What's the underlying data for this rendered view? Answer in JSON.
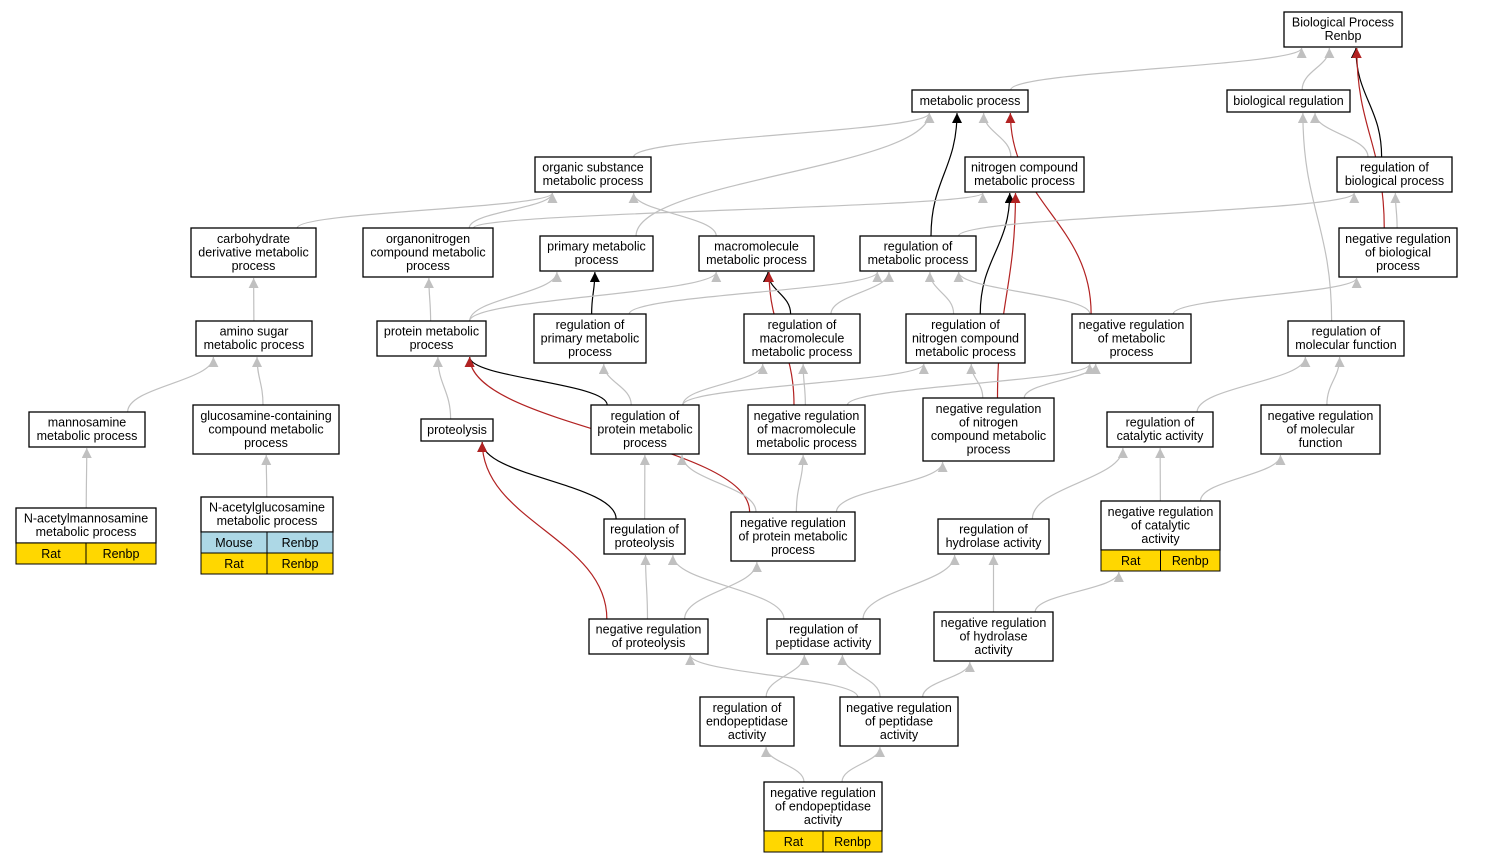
{
  "colors": {
    "is_a": "#c0c0c0",
    "regulates": "#000000",
    "negatively_regulates": "#b22222",
    "node_fill": "#ffffff",
    "mouse_tag": "#add8e6",
    "rat_tag": "#ffd700"
  },
  "nodes": [
    {
      "id": "bp",
      "lines": [
        "Biological Process",
        "Renbp"
      ]
    },
    {
      "id": "metabolic",
      "lines": [
        "metabolic process"
      ]
    },
    {
      "id": "bioreg",
      "lines": [
        "biological regulation"
      ]
    },
    {
      "id": "orgsub",
      "lines": [
        "organic substance",
        "metabolic process"
      ]
    },
    {
      "id": "nitro",
      "lines": [
        "nitrogen compound",
        "metabolic process"
      ]
    },
    {
      "id": "regbio",
      "lines": [
        "regulation of",
        "biological process"
      ]
    },
    {
      "id": "carbo",
      "lines": [
        "carbohydrate",
        "derivative metabolic",
        "process"
      ]
    },
    {
      "id": "organo",
      "lines": [
        "organonitrogen",
        "compound metabolic",
        "process"
      ]
    },
    {
      "id": "primary",
      "lines": [
        "primary metabolic",
        "process"
      ]
    },
    {
      "id": "macro",
      "lines": [
        "macromolecule",
        "metabolic process"
      ]
    },
    {
      "id": "regmet",
      "lines": [
        "regulation of",
        "metabolic process"
      ]
    },
    {
      "id": "negregbio",
      "lines": [
        "negative regulation",
        "of biological",
        "process"
      ]
    },
    {
      "id": "aminosugar",
      "lines": [
        "amino sugar",
        "metabolic process"
      ]
    },
    {
      "id": "protmet",
      "lines": [
        "protein metabolic",
        "process"
      ]
    },
    {
      "id": "regprim",
      "lines": [
        "regulation of",
        "primary metabolic",
        "process"
      ]
    },
    {
      "id": "regmacro",
      "lines": [
        "regulation of",
        "macromolecule",
        "metabolic process"
      ]
    },
    {
      "id": "regnitro",
      "lines": [
        "regulation of",
        "nitrogen compound",
        "metabolic process"
      ]
    },
    {
      "id": "negregmet",
      "lines": [
        "negative regulation",
        "of metabolic",
        "process"
      ]
    },
    {
      "id": "regmol",
      "lines": [
        "regulation of",
        "molecular function"
      ]
    },
    {
      "id": "mannos",
      "lines": [
        "mannosamine",
        "metabolic process"
      ]
    },
    {
      "id": "glucos",
      "lines": [
        "glucosamine-containing",
        "compound metabolic",
        "process"
      ]
    },
    {
      "id": "proteolysis",
      "lines": [
        "proteolysis"
      ]
    },
    {
      "id": "regprot",
      "lines": [
        "regulation of",
        "protein metabolic",
        "process"
      ]
    },
    {
      "id": "negregmacro",
      "lines": [
        "negative regulation",
        "of macromolecule",
        "metabolic process"
      ]
    },
    {
      "id": "negregnitro",
      "lines": [
        "negative regulation",
        "of nitrogen",
        "compound metabolic",
        "process"
      ]
    },
    {
      "id": "regcat",
      "lines": [
        "regulation of",
        "catalytic activity"
      ]
    },
    {
      "id": "negregmol",
      "lines": [
        "negative regulation",
        "of molecular",
        "function"
      ]
    },
    {
      "id": "nacman",
      "lines": [
        "N-acetylmannosamine",
        "metabolic process"
      ],
      "tags": [
        [
          "Rat",
          "Renbp"
        ]
      ]
    },
    {
      "id": "nacglc",
      "lines": [
        "N-acetylglucosamine",
        "metabolic process"
      ],
      "tags": [
        [
          "Mouse",
          "Renbp"
        ],
        [
          "Rat",
          "Renbp"
        ]
      ]
    },
    {
      "id": "regproteo",
      "lines": [
        "regulation of",
        "proteolysis"
      ]
    },
    {
      "id": "negregprot",
      "lines": [
        "negative regulation",
        "of protein metabolic",
        "process"
      ]
    },
    {
      "id": "reghydro",
      "lines": [
        "regulation of",
        "hydrolase activity"
      ]
    },
    {
      "id": "negregcat",
      "lines": [
        "negative regulation",
        "of catalytic",
        "activity"
      ],
      "tags": [
        [
          "Rat",
          "Renbp"
        ]
      ]
    },
    {
      "id": "negregproteo",
      "lines": [
        "negative regulation",
        "of proteolysis"
      ]
    },
    {
      "id": "regpept",
      "lines": [
        "regulation of",
        "peptidase activity"
      ]
    },
    {
      "id": "negreghydro",
      "lines": [
        "negative regulation",
        "of hydrolase",
        "activity"
      ]
    },
    {
      "id": "regendo",
      "lines": [
        "regulation of",
        "endopeptidase",
        "activity"
      ]
    },
    {
      "id": "negregpept",
      "lines": [
        "negative regulation",
        "of peptidase",
        "activity"
      ]
    },
    {
      "id": "negregendo",
      "lines": [
        "negative regulation",
        "of endopeptidase",
        "activity"
      ],
      "tags": [
        [
          "Rat",
          "Renbp"
        ]
      ]
    }
  ],
  "edges": [
    [
      "metabolic",
      "bp",
      "is_a"
    ],
    [
      "bioreg",
      "bp",
      "is_a"
    ],
    [
      "regbio",
      "bp",
      "regulates"
    ],
    [
      "negregbio",
      "bp",
      "negatively_regulates"
    ],
    [
      "orgsub",
      "metabolic",
      "is_a"
    ],
    [
      "nitro",
      "metabolic",
      "is_a"
    ],
    [
      "primary",
      "metabolic",
      "is_a"
    ],
    [
      "regmet",
      "metabolic",
      "regulates"
    ],
    [
      "negregmet",
      "metabolic",
      "negatively_regulates"
    ],
    [
      "regbio",
      "bioreg",
      "is_a"
    ],
    [
      "regmol",
      "bioreg",
      "is_a"
    ],
    [
      "carbo",
      "orgsub",
      "is_a"
    ],
    [
      "organo",
      "orgsub",
      "is_a"
    ],
    [
      "macro",
      "orgsub",
      "is_a"
    ],
    [
      "organo",
      "nitro",
      "is_a"
    ],
    [
      "regnitro",
      "nitro",
      "regulates"
    ],
    [
      "negregnitro",
      "nitro",
      "negatively_regulates"
    ],
    [
      "negregbio",
      "regbio",
      "is_a"
    ],
    [
      "regmet",
      "regbio",
      "is_a"
    ],
    [
      "aminosugar",
      "carbo",
      "is_a"
    ],
    [
      "protmet",
      "organo",
      "is_a"
    ],
    [
      "protmet",
      "primary",
      "is_a"
    ],
    [
      "regprim",
      "primary",
      "regulates"
    ],
    [
      "protmet",
      "macro",
      "is_a"
    ],
    [
      "regmacro",
      "macro",
      "regulates"
    ],
    [
      "negregmacro",
      "macro",
      "negatively_regulates"
    ],
    [
      "regprim",
      "regmet",
      "is_a"
    ],
    [
      "regmacro",
      "regmet",
      "is_a"
    ],
    [
      "regnitro",
      "regmet",
      "is_a"
    ],
    [
      "negregmet",
      "regmet",
      "is_a"
    ],
    [
      "negregmet",
      "negregbio",
      "is_a"
    ],
    [
      "mannos",
      "aminosugar",
      "is_a"
    ],
    [
      "glucos",
      "aminosugar",
      "is_a"
    ],
    [
      "proteolysis",
      "protmet",
      "is_a"
    ],
    [
      "regprot",
      "protmet",
      "regulates"
    ],
    [
      "negregprot",
      "protmet",
      "negatively_regulates"
    ],
    [
      "regprot",
      "regprim",
      "is_a"
    ],
    [
      "regprot",
      "regmacro",
      "is_a"
    ],
    [
      "negregmacro",
      "regmacro",
      "is_a"
    ],
    [
      "regprot",
      "regnitro",
      "is_a"
    ],
    [
      "negregnitro",
      "regnitro",
      "is_a"
    ],
    [
      "negregmacro",
      "negregmet",
      "is_a"
    ],
    [
      "negregnitro",
      "negregmet",
      "is_a"
    ],
    [
      "regcat",
      "regmol",
      "is_a"
    ],
    [
      "negregmol",
      "regmol",
      "is_a"
    ],
    [
      "nacman",
      "mannos",
      "is_a"
    ],
    [
      "nacglc",
      "glucos",
      "is_a"
    ],
    [
      "regproteo",
      "proteolysis",
      "regulates"
    ],
    [
      "negregproteo",
      "proteolysis",
      "negatively_regulates"
    ],
    [
      "regproteo",
      "regprot",
      "is_a"
    ],
    [
      "negregprot",
      "regprot",
      "is_a"
    ],
    [
      "negregprot",
      "negregmacro",
      "is_a"
    ],
    [
      "negregprot",
      "negregnitro",
      "is_a"
    ],
    [
      "reghydro",
      "regcat",
      "is_a"
    ],
    [
      "negregcat",
      "regcat",
      "is_a"
    ],
    [
      "negregcat",
      "negregmol",
      "is_a"
    ],
    [
      "negregproteo",
      "regproteo",
      "is_a"
    ],
    [
      "negregproteo",
      "negregprot",
      "is_a"
    ],
    [
      "regpept",
      "regproteo",
      "is_a"
    ],
    [
      "regpept",
      "reghydro",
      "is_a"
    ],
    [
      "negreghydro",
      "reghydro",
      "is_a"
    ],
    [
      "negreghydro",
      "negregcat",
      "is_a"
    ],
    [
      "regendo",
      "regpept",
      "is_a"
    ],
    [
      "negregpept",
      "regpept",
      "is_a"
    ],
    [
      "negregpept",
      "negregproteo",
      "is_a"
    ],
    [
      "negregpept",
      "negreghydro",
      "is_a"
    ],
    [
      "negregendo",
      "regendo",
      "is_a"
    ],
    [
      "negregendo",
      "negregpept",
      "is_a"
    ]
  ]
}
